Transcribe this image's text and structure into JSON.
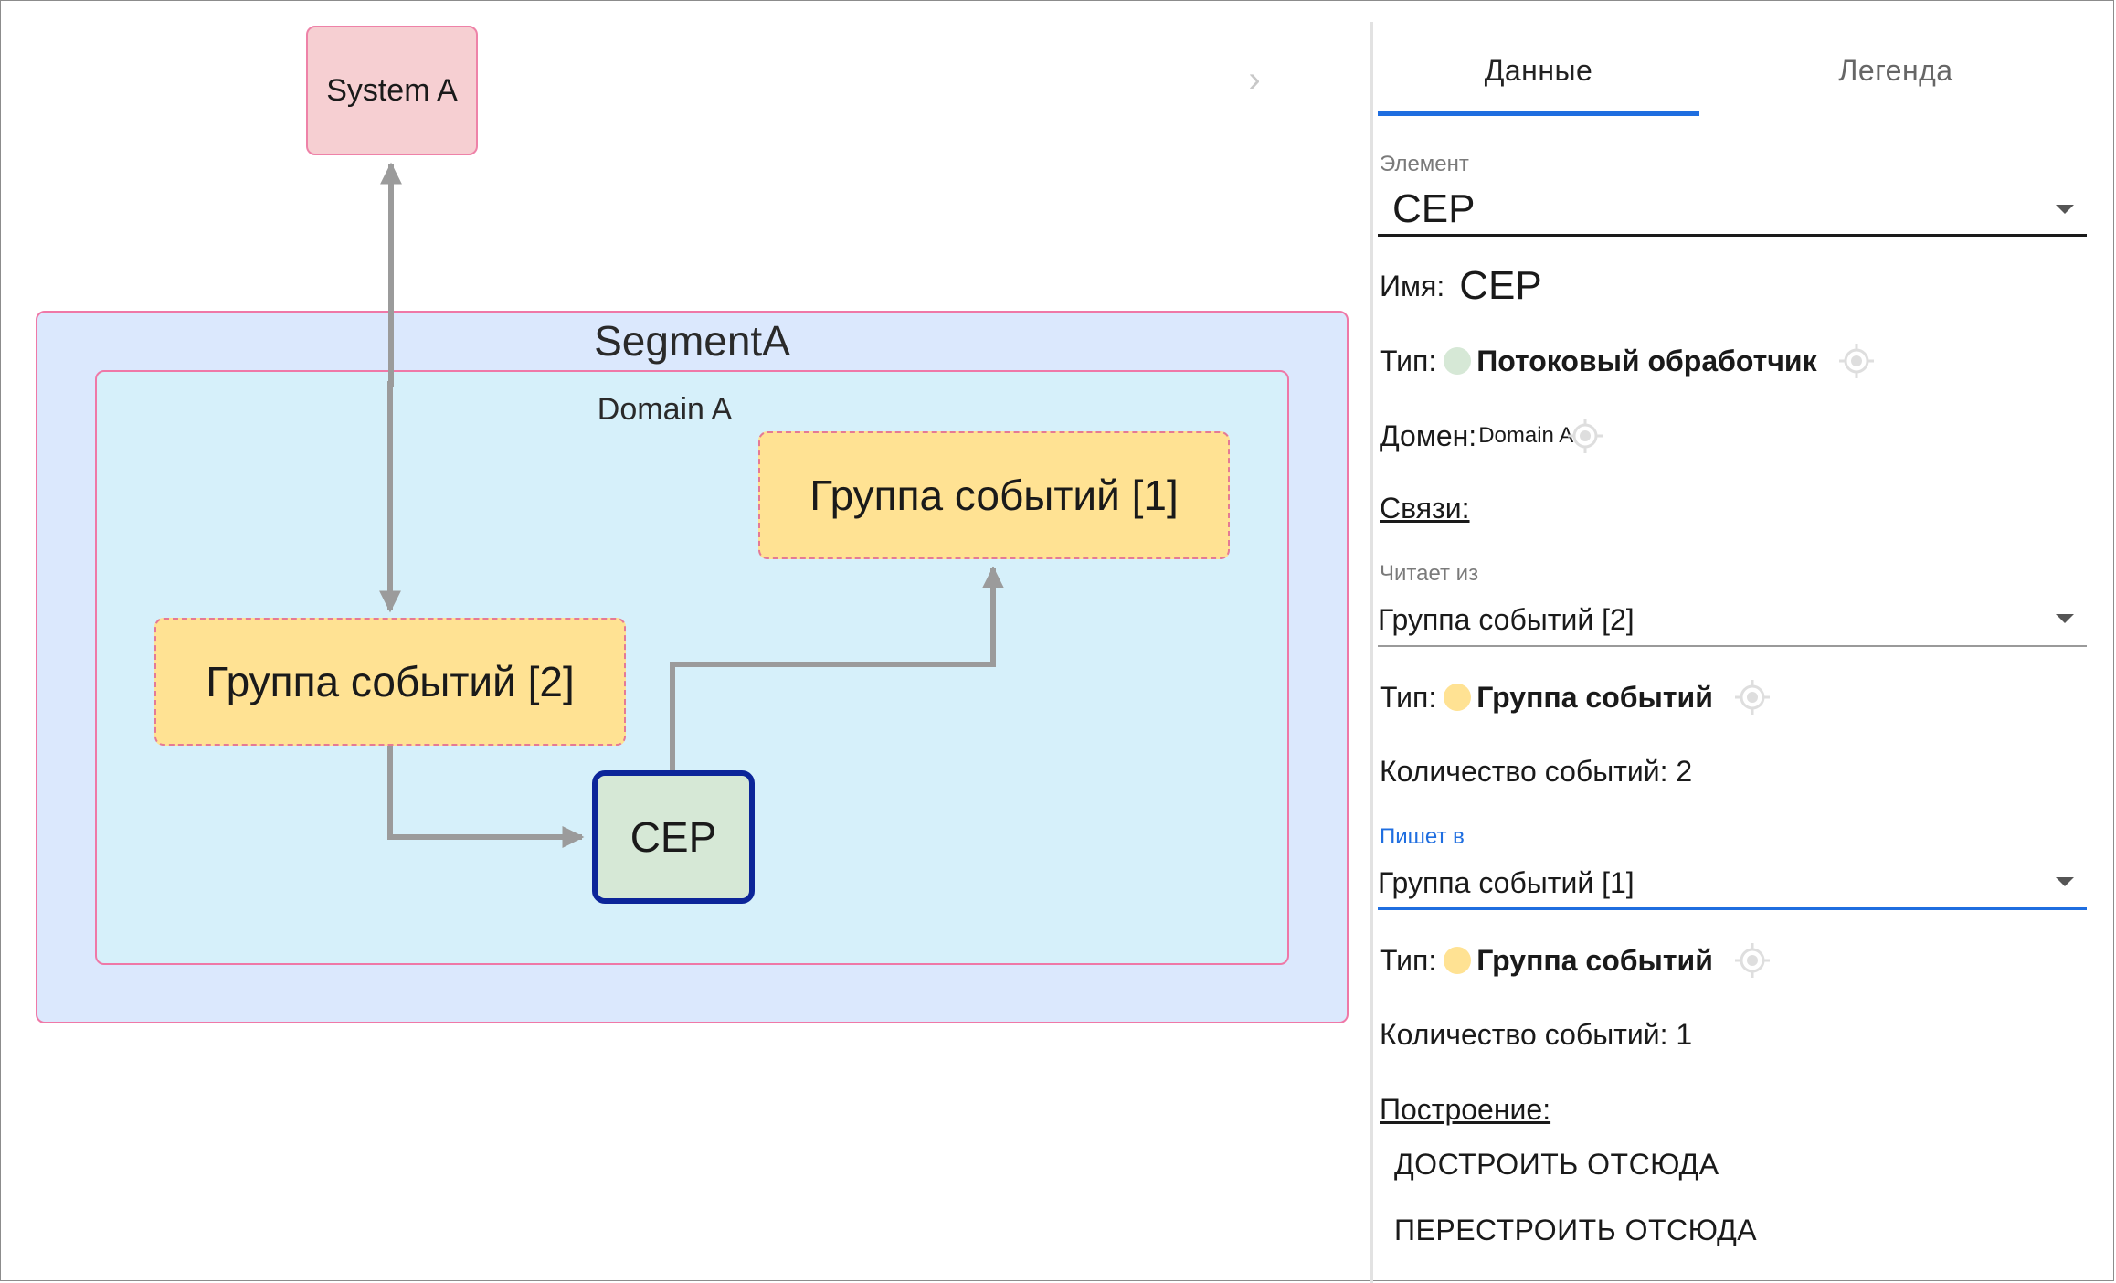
{
  "diagram": {
    "system": {
      "label": "System A",
      "color": "#f6cfd2"
    },
    "segment": {
      "label": "SegmentA",
      "color": "#dbe8fd"
    },
    "domain": {
      "label": "Domain A",
      "color": "#d6f0fa"
    },
    "group_1": {
      "label": "Группа событий [1]",
      "color": "#ffe293"
    },
    "group_2": {
      "label": "Группа событий [2]",
      "color": "#ffe293"
    },
    "cep": {
      "label": "CEP",
      "color": "#d6e8d6",
      "border_color": "#0c2599"
    },
    "edge_color": "#9b9b9b",
    "nav_icon": "chevron-right-icon"
  },
  "panel": {
    "tabs": [
      {
        "label": "Данные",
        "active": true
      },
      {
        "label": "Легенда",
        "active": false
      }
    ],
    "accent_color": "#1f6ee0",
    "element": {
      "label": "Элемент",
      "value": "CEP"
    },
    "name": {
      "label": "Имя:",
      "value": "CEP"
    },
    "type": {
      "label": "Тип:",
      "value": "Потоковый обработчик",
      "dot_color": "#d6e8d6"
    },
    "domain": {
      "label": "Домен:",
      "value": "Domain A"
    },
    "links_title": "Связи:",
    "reads_from": {
      "label": "Читает из",
      "value": "Группа событий [2]",
      "type_label": "Тип:",
      "type_value": "Группа событий",
      "dot_color": "#ffe293",
      "count_text": "Количество событий: 2"
    },
    "writes_to": {
      "label": "Пишет в",
      "value": "Группа событий [1]",
      "type_label": "Тип:",
      "type_value": "Группа событий",
      "dot_color": "#ffe293",
      "count_text": "Количество событий: 1"
    },
    "build_title": "Построение:",
    "actions": [
      "ДОСТРОИТЬ ОТСЮДА",
      "ПЕРЕСТРОИТЬ ОТСЮДА"
    ]
  }
}
